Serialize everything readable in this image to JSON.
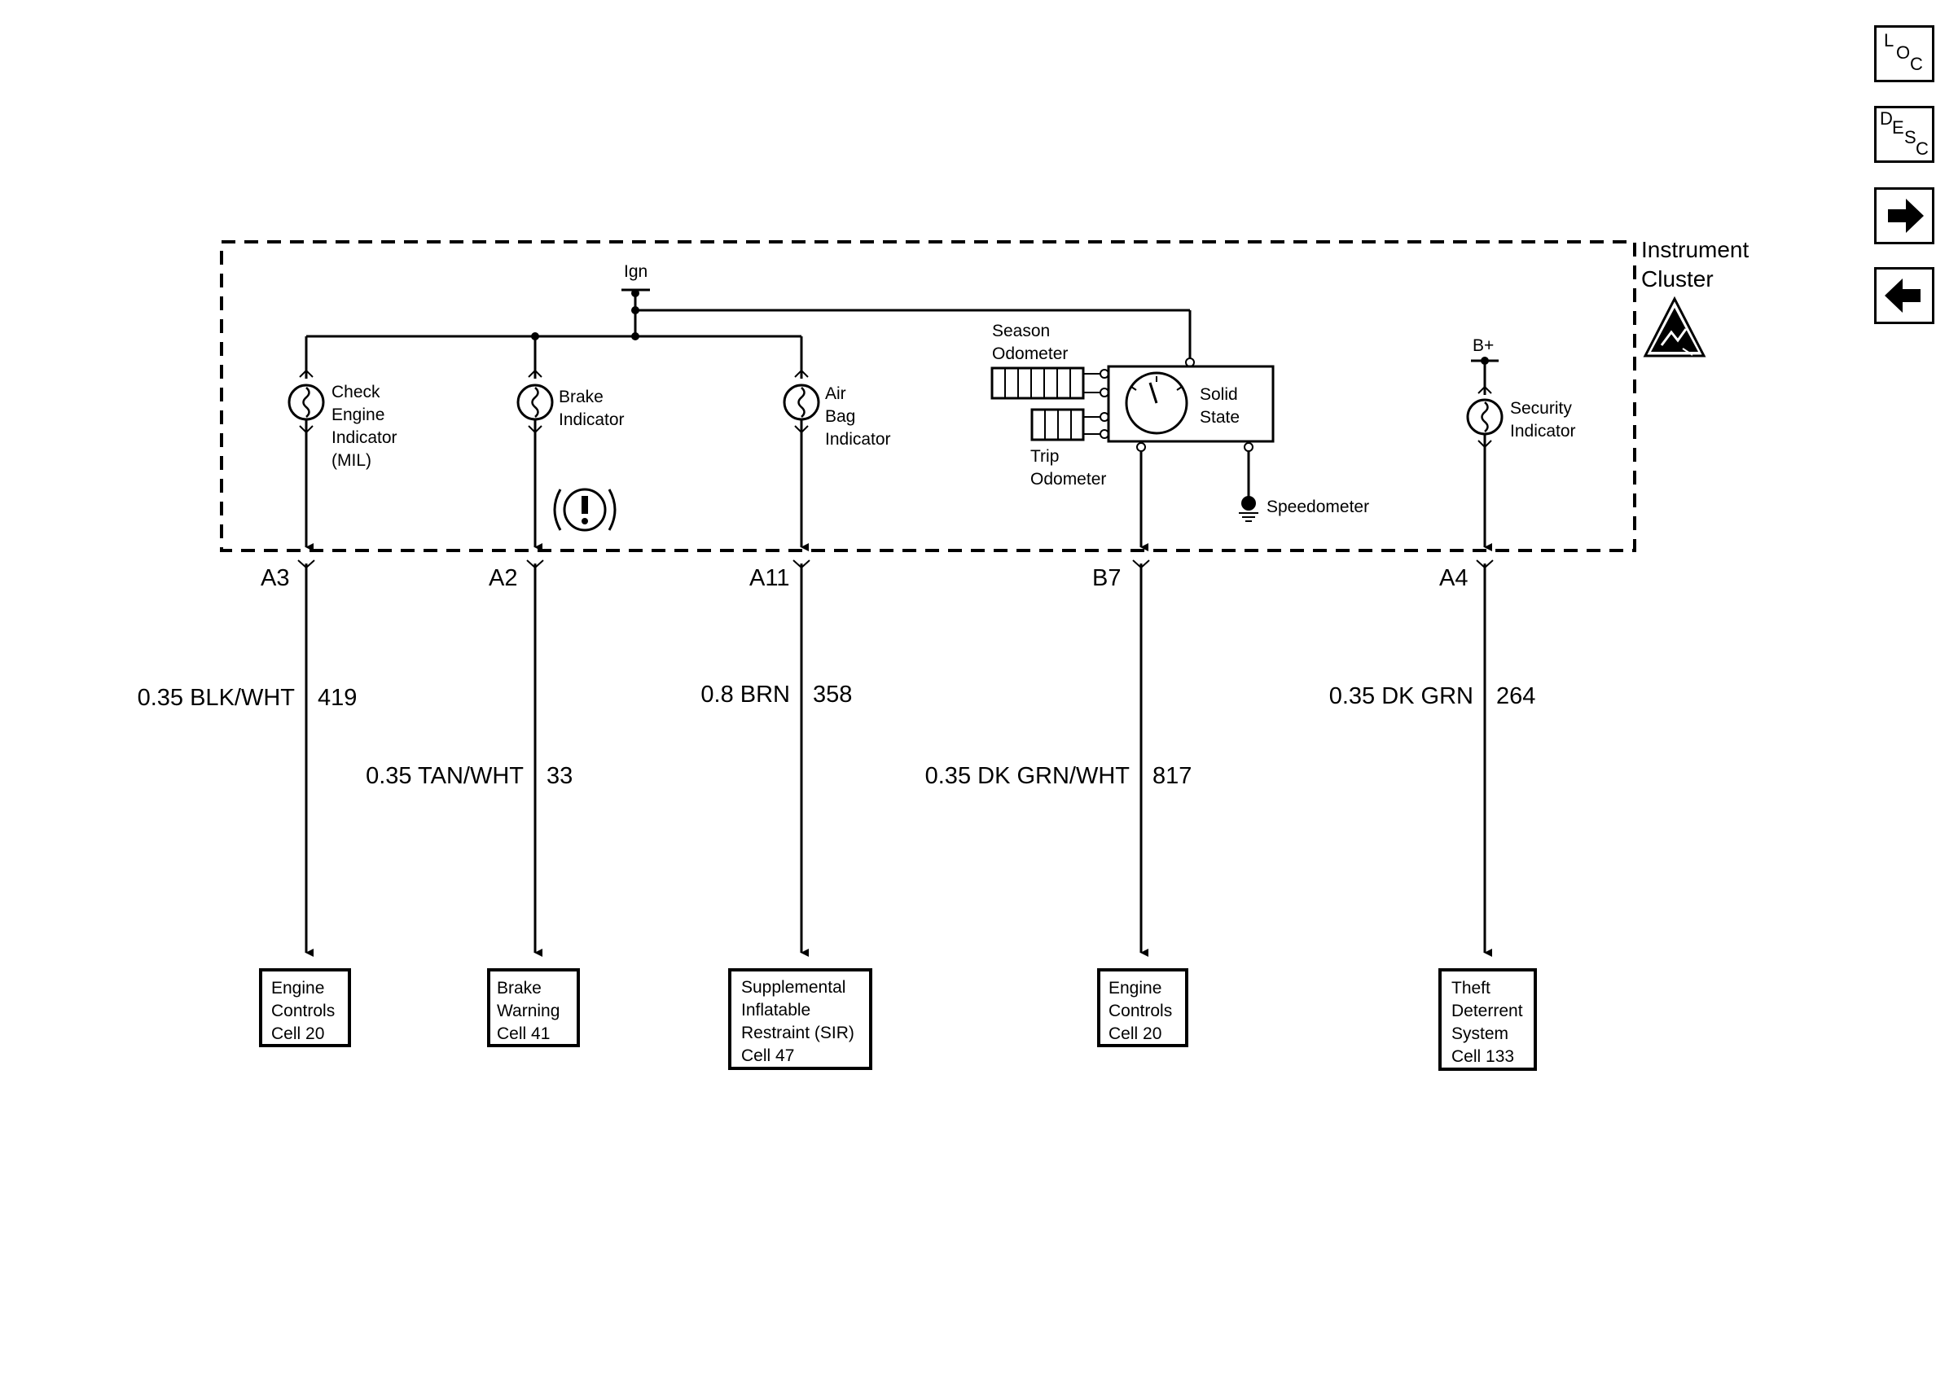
{
  "nav": {
    "loc": [
      "L",
      "O",
      "C"
    ],
    "desc": [
      "D",
      "E",
      "S",
      "C"
    ],
    "forward_icon": "arrow-right-icon",
    "back_icon": "arrow-left-icon"
  },
  "cluster": {
    "title_line1": "Instrument",
    "title_line2": "Cluster",
    "esd_icon": "esd-warning-icon",
    "ign": "Ign",
    "bplus": "B+"
  },
  "indicators": {
    "check_engine": [
      "Check",
      "Engine",
      "Indicator",
      "(MIL)"
    ],
    "brake": [
      "Brake",
      "Indicator"
    ],
    "airbag": [
      "Air",
      "Bag",
      "Indicator"
    ],
    "security": [
      "Security",
      "Indicator"
    ]
  },
  "speedo": {
    "season": [
      "Season",
      "Odometer"
    ],
    "trip": [
      "Trip",
      "Odometer"
    ],
    "solid_state": [
      "Solid",
      "State"
    ],
    "speedometer": "Speedometer"
  },
  "connectors": [
    "A3",
    "A2",
    "A11",
    "B7",
    "A4"
  ],
  "wires": [
    {
      "color": "0.35 BLK/WHT",
      "circuit": "419"
    },
    {
      "color": "0.35 TAN/WHT",
      "circuit": "33"
    },
    {
      "color": "0.8 BRN",
      "circuit": "358"
    },
    {
      "color": "0.35 DK GRN/WHT",
      "circuit": "817"
    },
    {
      "color": "0.35 DK GRN",
      "circuit": "264"
    }
  ],
  "destinations": [
    [
      "Engine",
      "Controls",
      "Cell 20"
    ],
    [
      "Brake",
      "Warning",
      "Cell 41"
    ],
    [
      "Supplemental",
      "Inflatable",
      "Restraint (SIR)",
      "Cell 47"
    ],
    [
      "Engine",
      "Controls",
      "Cell 20"
    ],
    [
      "Theft",
      "Deterrent",
      "System",
      "Cell 133"
    ]
  ]
}
